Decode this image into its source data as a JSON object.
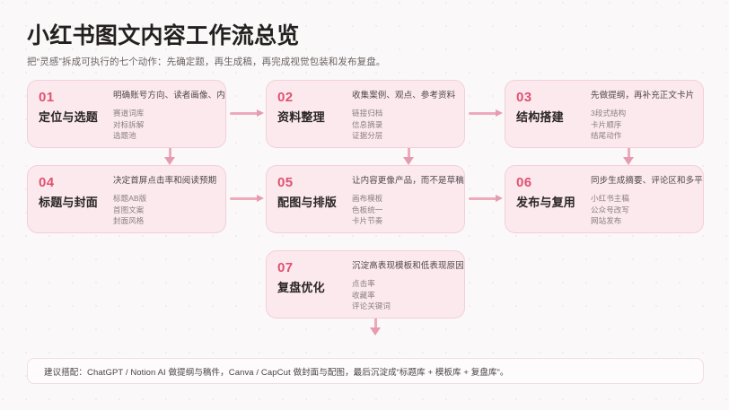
{
  "header": {
    "title": "小红书图文内容工作流总览",
    "subtitle": "把“灵感”拆成可执行的七个动作：先确定题，再生成稿，再完成视觉包装和发布复盘。"
  },
  "cards": [
    {
      "number": "01",
      "name": "定位与选题",
      "desc": "明确账号方向、读者画像、内容",
      "bullets": [
        "赛道词库",
        "对标拆解",
        "选题池"
      ]
    },
    {
      "number": "02",
      "name": "资料整理",
      "desc": "收集案例、观点、参考资料",
      "bullets": [
        "链接归档",
        "信息摘录",
        "证据分层"
      ]
    },
    {
      "number": "03",
      "name": "结构搭建",
      "desc": "先做提纲，再补充正文卡片",
      "bullets": [
        "3段式结构",
        "卡片顺序",
        "结尾动作"
      ]
    },
    {
      "number": "04",
      "name": "标题与封面",
      "desc": "决定首屏点击率和阅读预期",
      "bullets": [
        "标题AB版",
        "首图文案",
        "封面风格"
      ]
    },
    {
      "number": "05",
      "name": "配图与排版",
      "desc": "让内容更像产品，而不是草稿",
      "bullets": [
        "画布模板",
        "色板统一",
        "卡片节奏"
      ]
    },
    {
      "number": "06",
      "name": "发布与复用",
      "desc": "同步生成摘要、评论区和多平台版本",
      "bullets": [
        "小红书主稿",
        "公众号改写",
        "网站发布"
      ]
    },
    {
      "number": "07",
      "name": "复盘优化",
      "desc": "沉淀高表现模板和低表现原因",
      "bullets": [
        "点击率",
        "收藏率",
        "评论关键词"
      ]
    }
  ],
  "footer": {
    "note": "建议搭配：ChatGPT / Notion AI 做提纲与稿件，Canva / CapCut 做封面与配图，最后沉淀成“标题库 + 模板库 + 复盘库”。"
  },
  "colors": {
    "accent": "#e0516f",
    "card_bg": "#fbe9ee",
    "card_border": "#f3cfda",
    "arrow": "#edaabd",
    "page_bg": "#faf7f8"
  }
}
